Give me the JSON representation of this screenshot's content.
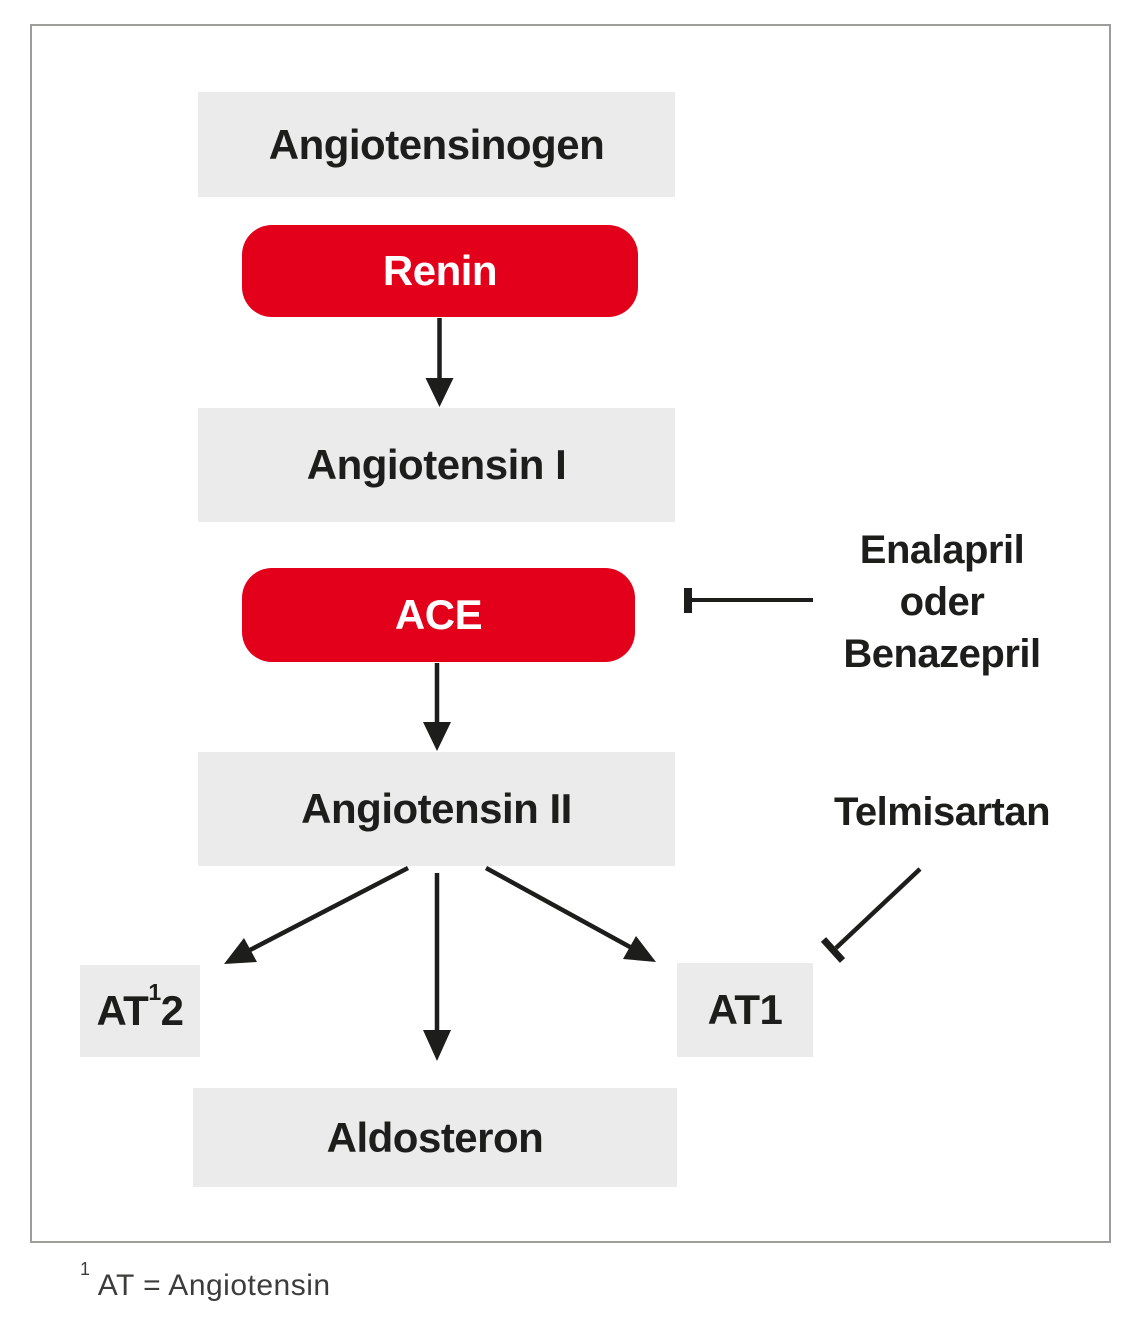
{
  "diagram": {
    "nodes": {
      "angiotensinogen": "Angiotensinogen",
      "renin": "Renin",
      "angiotensin_i": "Angiotensin I",
      "ace": "ACE",
      "angiotensin_ii": "Angiotensin II",
      "at12_prefix": "AT",
      "at12_sup": "1",
      "at12_suffix": "2",
      "at1": "AT1",
      "aldosteron": "Aldosteron"
    },
    "inhibitors": {
      "ace_line1": "Enalapril",
      "ace_line2": "oder",
      "ace_line3": "Benazepril",
      "at1_label": "Telmisartan"
    },
    "footnote_sup": "1",
    "footnote_text": "AT = Angiotensin",
    "colors": {
      "enzyme_red": "#e2001a",
      "box_gray": "#ebebeb",
      "line_black": "#1d1d1b"
    }
  }
}
